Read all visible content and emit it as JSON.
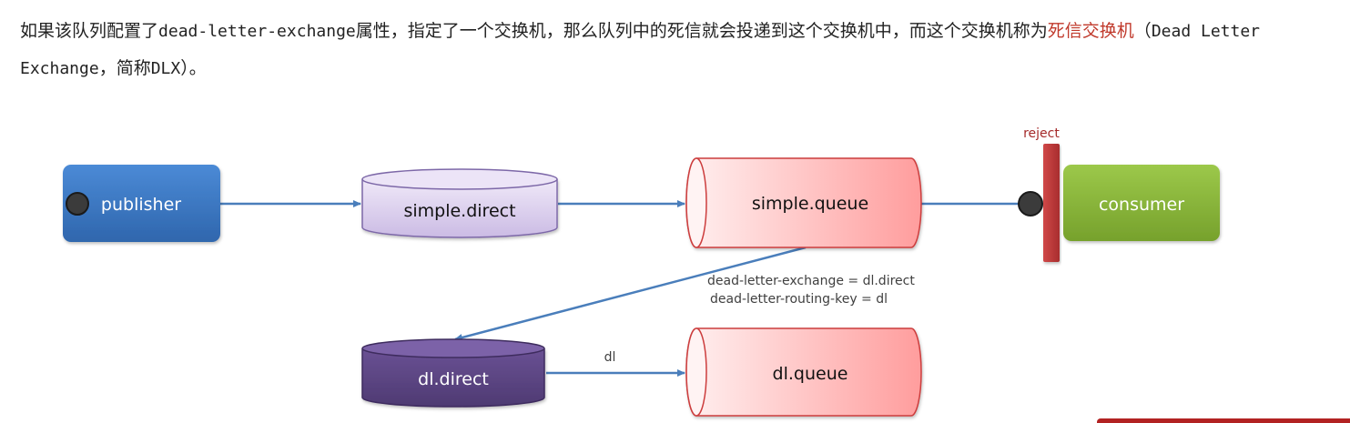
{
  "intro": {
    "part1": "如果该队列配置了",
    "part2": "dead-letter-exchange",
    "part3": "属性，指定了一个交换机，那么队列中的死信就会投递到这个交换机中，而这个交换机称为",
    "highlight": "死信交换机",
    "part4": "（",
    "part5": "Dead Letter Exchange",
    "part6": "，简称",
    "part7": "DLX",
    "part8": "）。"
  },
  "diagram": {
    "publisher": "publisher",
    "simple_direct": "simple.direct",
    "simple_queue": "simple.queue",
    "consumer": "consumer",
    "reject": "reject",
    "dl_direct": "dl.direct",
    "dl_queue": "dl.queue",
    "routing_key": "dl",
    "config_line1": "dead-letter-exchange = dl.direct",
    "config_line2": "dead-letter-routing-key = dl"
  },
  "colors": {
    "publisher": "#3a78c3",
    "simple_direct": "#dcd0ef",
    "queue": "#ffb3b3",
    "consumer": "#8ab53a",
    "reject_bar": "#c0393b",
    "dl_direct": "#5d4585",
    "arrow": "#4a7ebb",
    "highlight_text": "#c0392b"
  }
}
